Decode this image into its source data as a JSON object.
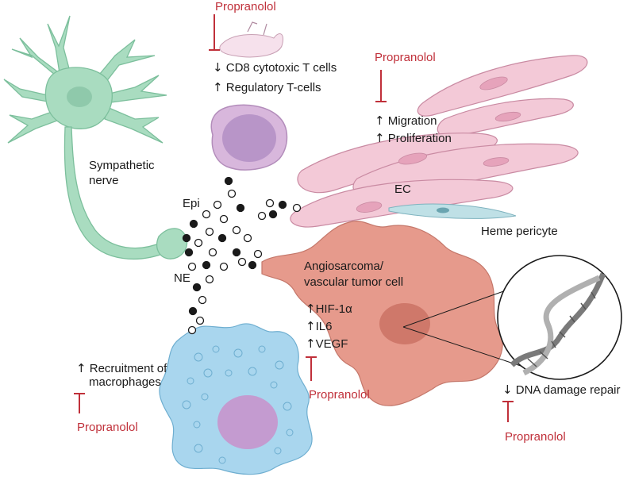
{
  "colors": {
    "inhibitor_red": "#c0303a",
    "neuron_green": "#a9dcc0",
    "t_cell_purple": "#c9a2cf",
    "endothelial_pink": "#f3c9d7",
    "pericyte_blue": "#bfe0e6",
    "tumor_salmon": "#e69a8c",
    "macrophage_blue": "#a9d6ee"
  },
  "drug": "Propranolol",
  "neuron": {
    "label_line1": "Sympathetic",
    "label_line2": "nerve"
  },
  "neurotransmitters": {
    "epi": "Epi",
    "ne": "NE"
  },
  "t_cells": {
    "effect1_arrow": "↓",
    "effect1": "CD8 cytotoxic T cells",
    "effect2_arrow": "↑",
    "effect2": "Regulatory T-cells"
  },
  "endothelial": {
    "effect1_arrow": "↑",
    "effect1": "Migration",
    "effect2_arrow": "↑",
    "effect2": "Proliferation",
    "cell_label": "EC",
    "pericyte_label": "Heme pericyte"
  },
  "tumor": {
    "label_line1": "Angiosarcoma/",
    "label_line2": "vascular tumor cell",
    "factors": [
      {
        "arrow": "↑",
        "name": "HIF-1α"
      },
      {
        "arrow": "↑",
        "name": "IL6"
      },
      {
        "arrow": "↑",
        "name": "VEGF"
      }
    ]
  },
  "macrophage": {
    "arrow": "↑",
    "line1": "Recruitment of",
    "line2": "macrophages"
  },
  "dna": {
    "arrow": "↓",
    "effect": "DNA damage repair"
  }
}
